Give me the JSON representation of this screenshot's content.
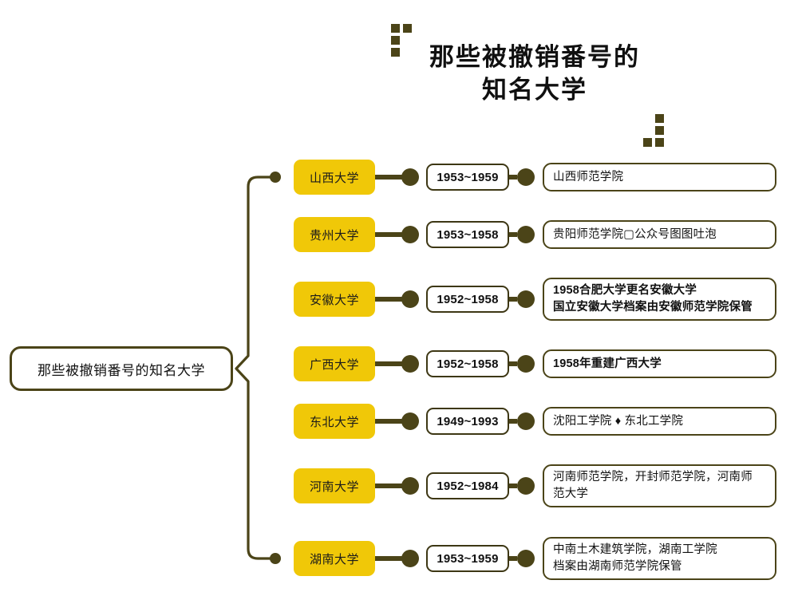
{
  "title": {
    "line1": "那些被撤销番号的",
    "line2": "知名大学"
  },
  "root": {
    "label": "那些被撤销番号的知名大学"
  },
  "colors": {
    "accent_yellow": "#f0c808",
    "connector_olive": "#4b4418",
    "box_border": "#4b4418",
    "text": "#111111",
    "background": "#ffffff"
  },
  "decorations": [
    {
      "name": "deco-top-left",
      "squares": 4
    },
    {
      "name": "deco-bottom-right",
      "squares": 4
    }
  ],
  "rows": [
    {
      "university": "山西大学",
      "period": "1953~1959",
      "description": "山西师范学院",
      "lines": 1,
      "bold": false
    },
    {
      "university": "贵州大学",
      "period": "1953~1958",
      "description": "贵阳师范学院▢公众号图图吐泡",
      "lines": 1,
      "bold": false
    },
    {
      "university": "安徽大学",
      "period": "1952~1958",
      "description": "1958合肥大学更名安徽大学\n国立安徽大学档案由安徽师范学院保管",
      "lines": 2,
      "bold": true
    },
    {
      "university": "广西大学",
      "period": "1952~1958",
      "description": "1958年重建广西大学",
      "lines": 1,
      "bold": true
    },
    {
      "university": "东北大学",
      "period": "1949~1993",
      "description": "沈阳工学院 ♦ 东北工学院",
      "lines": 1,
      "bold": false
    },
    {
      "university": "河南大学",
      "period": "1952~1984",
      "description": "河南师范学院，开封师范学院，河南师\n范大学",
      "lines": 2,
      "bold": false
    },
    {
      "university": "湖南大学",
      "period": "1953~1959",
      "description": "中南土木建筑学院，湖南工学院\n档案由湖南师范学院保管",
      "lines": 2,
      "bold": false
    }
  ],
  "row_centers": [
    222,
    294,
    375,
    456,
    528,
    609,
    700
  ]
}
